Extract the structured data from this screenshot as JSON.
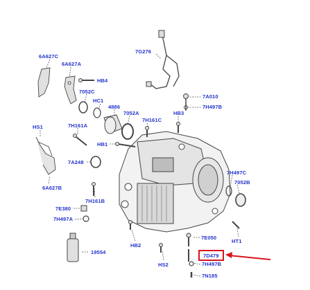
{
  "colors": {
    "label": "#2233cc",
    "highlight": "#d7141c",
    "line": "#555555",
    "part_fill": "#e8e8e8"
  },
  "labels": {
    "p6a627c": "6A627C",
    "p6a627a": "6A627A",
    "phb4": "HB4",
    "p7052c": "7052C",
    "phc1": "HC1",
    "p4886": "4886",
    "p7052a": "7052A",
    "p7g276": "7G276",
    "p7a010": "7A010",
    "p7h497b_top": "7H497B",
    "phb3": "HB3",
    "p7h161c": "7H161C",
    "phs1": "HS1",
    "p7h161a": "7H161A",
    "phb1": "HB1",
    "p7a248": "7A248",
    "p6a627b": "6A627B",
    "p7h161b": "7H161B",
    "p7e380": "7E380",
    "p7h497a": "7H497A",
    "p7h497c": "7H497C",
    "p7052b": "7052B",
    "p7e050": "7E050",
    "pht1": "HT1",
    "phb2": "HB2",
    "p19554": "19554",
    "phs2": "HS2",
    "p7d479": "7D479",
    "p7h497b_bottom": "7H497B",
    "p7n185": "7N185"
  }
}
